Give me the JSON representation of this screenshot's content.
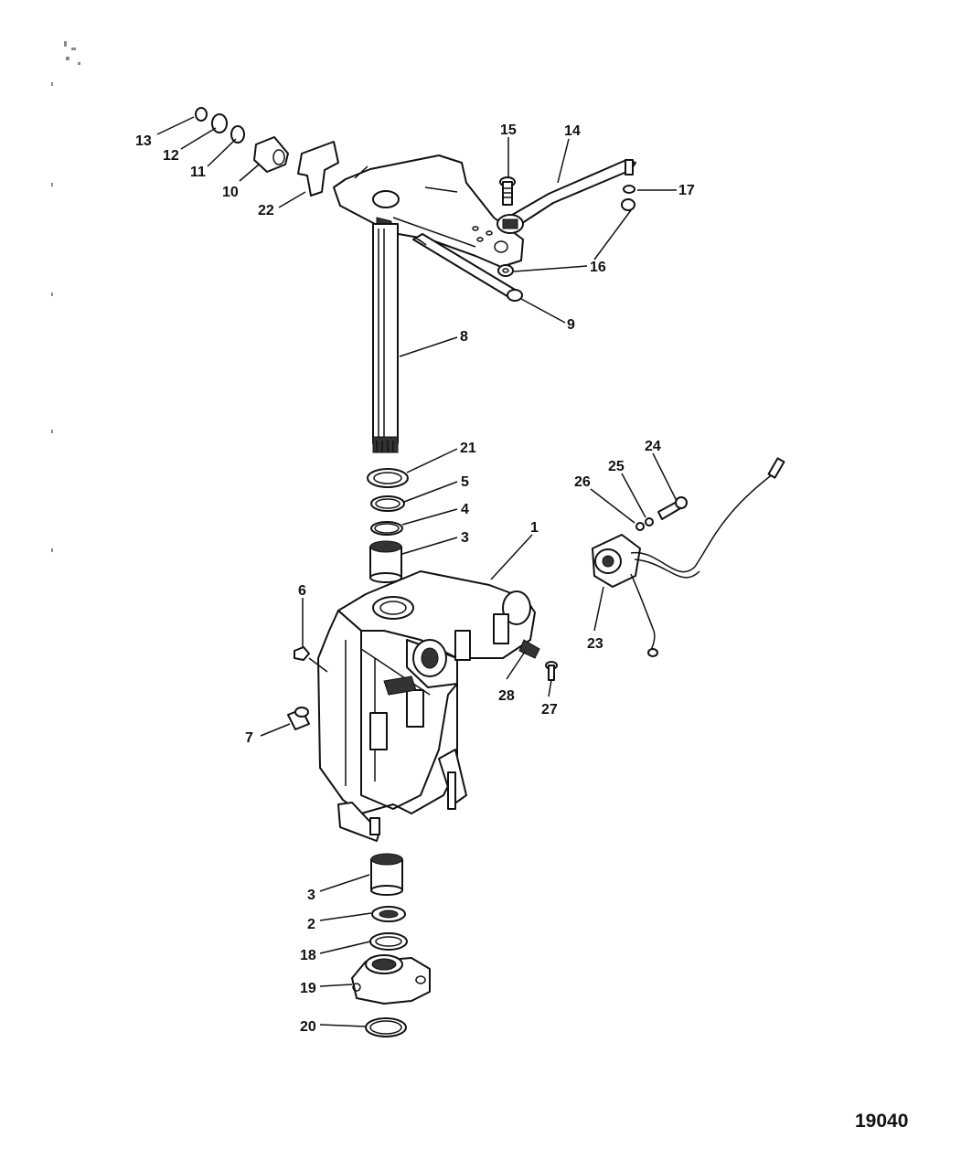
{
  "figure_number": "19040",
  "callouts": {
    "c1": "1",
    "c2": "2",
    "c3a": "3",
    "c3b": "3",
    "c4": "4",
    "c5": "5",
    "c6": "6",
    "c7": "7",
    "c8": "8",
    "c9": "9",
    "c10": "10",
    "c11": "11",
    "c12": "12",
    "c13": "13",
    "c14": "14",
    "c15": "15",
    "c16": "16",
    "c17": "17",
    "c18": "18",
    "c19": "19",
    "c20": "20",
    "c21": "21",
    "c22": "22",
    "c23": "23",
    "c24": "24",
    "c25": "25",
    "c26": "26",
    "c27": "27",
    "c28": "28"
  },
  "colors": {
    "ink": "#111111",
    "paper": "#ffffff"
  }
}
